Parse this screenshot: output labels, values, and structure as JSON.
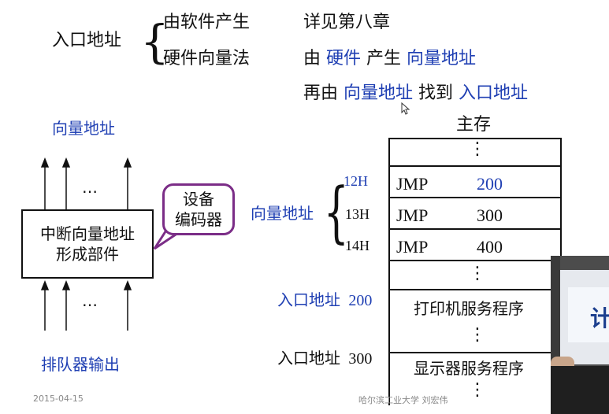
{
  "top": {
    "entry_label": "入口地址",
    "line1_left": "由软件产生",
    "line1_right": "详见第八章",
    "line2_left": "硬件向量法",
    "line2_pre": "由",
    "line2_hw": "硬件",
    "line2_mid": "产生",
    "line2_vec": "向量地址",
    "line3_pre": "再由",
    "line3_vec": "向量地址",
    "line3_mid": "找到",
    "line3_entry": "入口地址"
  },
  "left_diagram": {
    "vector_address": "向量地址",
    "dots": "…",
    "unit_line1": "中断向量地址",
    "unit_line2": "形成部件",
    "encoder_line1": "设备",
    "encoder_line2": "编码器",
    "queue_output": "排队器输出"
  },
  "memory": {
    "title": "主存",
    "vector_label": "向量地址",
    "rows": [
      {
        "addr": "12H",
        "op": "JMP",
        "target": "200"
      },
      {
        "addr": "13H",
        "op": "JMP",
        "target": "300"
      },
      {
        "addr": "14H",
        "op": "JMP",
        "target": "400"
      }
    ],
    "vdots": "⋮",
    "entry1_label": "入口地址",
    "entry1_addr": "200",
    "printer_service": "打印机服务程序",
    "entry2_label": "入口地址",
    "entry2_addr": "300",
    "display_service": "显示器服务程序"
  },
  "webcam": {
    "sign_text": "计"
  },
  "footer": {
    "date": "2015-04-15",
    "credit": "哈尔滨工业大学  刘宏伟"
  },
  "colors": {
    "accent_blue": "#1f3fb3",
    "bubble_border": "#7b2d87"
  }
}
